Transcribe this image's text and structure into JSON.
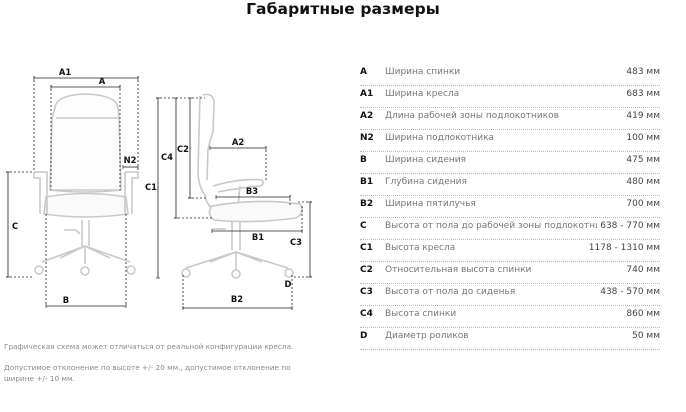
{
  "title": "Габаритные размеры",
  "diagram": {
    "labels": {
      "A1": "A1",
      "A": "A",
      "N2": "N2",
      "C": "C",
      "B": "B",
      "C1": "C1",
      "C4": "C4",
      "C2": "C2",
      "A2": "A2",
      "B3": "B3",
      "B1": "B1",
      "C3": "C3",
      "B2": "B2",
      "D": "D"
    }
  },
  "specs": [
    {
      "code": "A",
      "label": "Ширина спинки",
      "value": "483 мм"
    },
    {
      "code": "A1",
      "label": "Ширина кресла",
      "value": "683 мм"
    },
    {
      "code": "A2",
      "label": "Длина рабочей зоны подлокотников",
      "value": "419 мм"
    },
    {
      "code": "N2",
      "label": "Ширина подлокотника",
      "value": "100 мм"
    },
    {
      "code": "B",
      "label": "Ширина сидения",
      "value": "475 мм"
    },
    {
      "code": "B1",
      "label": "Глубина сидения",
      "value": "480 мм"
    },
    {
      "code": "B2",
      "label": "Ширина пятилучья",
      "value": "700 мм"
    },
    {
      "code": "C",
      "label": "Высота от пола до рабочей зоны подлокотников",
      "value": "638 - 770 мм"
    },
    {
      "code": "C1",
      "label": "Высота кресла",
      "value": "1178 - 1310 мм"
    },
    {
      "code": "C2",
      "label": "Относительная высота спинки",
      "value": "740 мм"
    },
    {
      "code": "C3",
      "label": "Высота от пола до сиденья",
      "value": "438 - 570 мм"
    },
    {
      "code": "C4",
      "label": "Высота спинки",
      "value": "860 мм"
    },
    {
      "code": "D",
      "label": "Диаметр роликов",
      "value": "50 мм"
    }
  ],
  "notes": {
    "note1": "Графическая схема может отличаться от реальной конфигурации кресла.",
    "note2": "Допустимое отклонение по высоте +/- 20 мм., допустимое отклонение по ширине +/- 10 мм."
  }
}
